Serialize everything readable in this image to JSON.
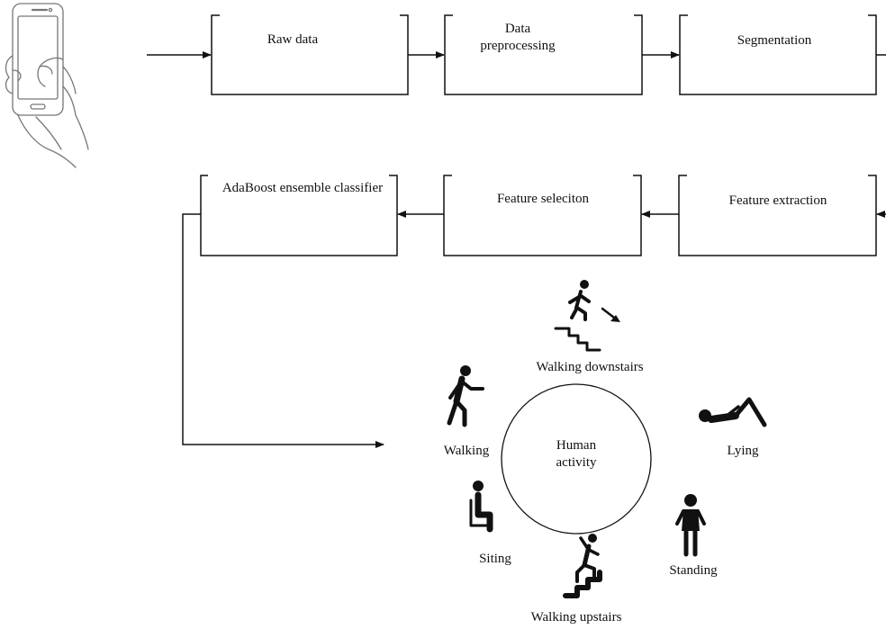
{
  "pipeline": {
    "stages": [
      {
        "id": "raw",
        "label": "Raw data"
      },
      {
        "id": "prep",
        "label": "Data preprocessing"
      },
      {
        "id": "seg",
        "label": "Segmentation"
      },
      {
        "id": "fext",
        "label": "Feature extraction"
      },
      {
        "id": "fsel",
        "label": "Feature seleciton"
      },
      {
        "id": "ada",
        "label": "AdaBoost ensemble classifier"
      }
    ]
  },
  "activity": {
    "center_label": "Human activity",
    "activities": [
      {
        "id": "walking-downstairs",
        "label": "Walking downstairs",
        "icon": "walking-downstairs-icon"
      },
      {
        "id": "walking",
        "label": "Walking",
        "icon": "walking-person-icon"
      },
      {
        "id": "lying",
        "label": "Lying",
        "icon": "lying-person-icon"
      },
      {
        "id": "siting",
        "label": "Siting",
        "icon": "sitting-person-icon"
      },
      {
        "id": "standing",
        "label": "Standing",
        "icon": "standing-person-icon"
      },
      {
        "id": "walking-upstairs",
        "label": "Walking upstairs",
        "icon": "walking-upstairs-icon"
      }
    ]
  },
  "input_device": {
    "icon": "hand-holding-smartphone-icon"
  }
}
